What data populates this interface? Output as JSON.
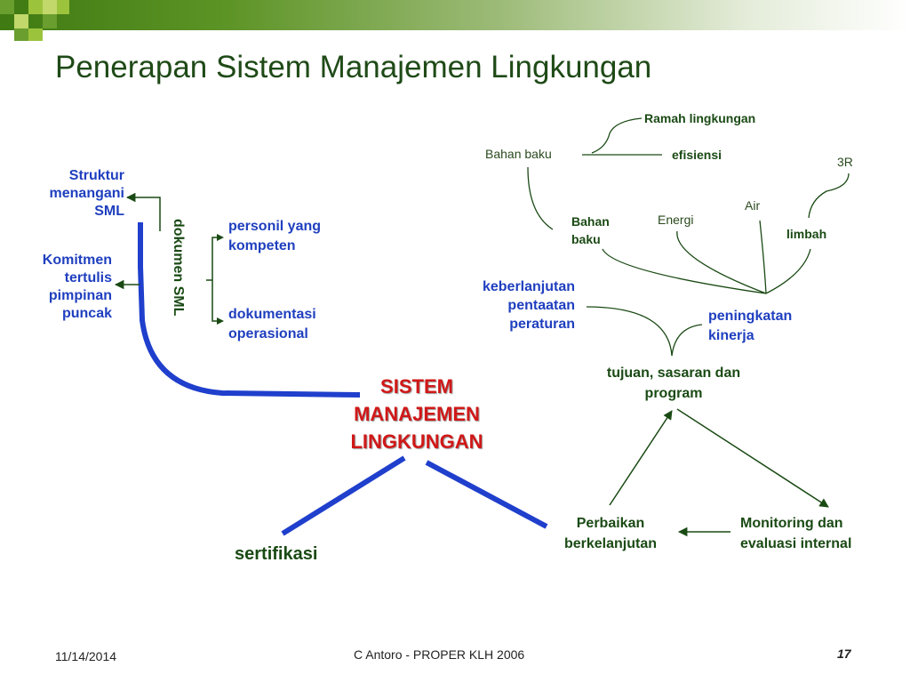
{
  "slide": {
    "title": "Penerapan Sistem Manajemen Lingkungan",
    "colors": {
      "header_green": "#3f7a12",
      "accent_blue": "#1f3fbf",
      "center_red": "#d01818",
      "line_green": "#1a4a14"
    }
  },
  "left": {
    "struktur": [
      "Struktur",
      "menangani",
      "SML"
    ],
    "komitmen": [
      "Komitmen",
      "tertulis",
      "pimpinan",
      "puncak"
    ],
    "dokumen_vertical": "dokumen SML",
    "personil": [
      "personil yang",
      "kompeten"
    ],
    "dokumentasi": [
      "dokumentasi",
      "operasional"
    ]
  },
  "center": {
    "main": [
      "SISTEM",
      "MANAJEMEN",
      "LINGKUNGAN"
    ],
    "sertifikasi": "sertifikasi"
  },
  "right": {
    "ramah": "Ramah lingkungan",
    "bahan_baku_top": "Bahan baku",
    "efisiensi": "efisiensi",
    "r3": "3R",
    "air": "Air",
    "energi": "Energi",
    "bahan_baku": [
      "Bahan",
      "baku"
    ],
    "limbah": "limbah",
    "keberlanjutan": [
      "keberlanjutan",
      "pentaatan",
      "peraturan"
    ],
    "peningkatan": [
      "peningkatan",
      "kinerja"
    ],
    "tujuan": [
      "tujuan, sasaran dan",
      "program"
    ],
    "perbaikan": [
      "Perbaikan",
      "berkelanjutan"
    ],
    "monitoring": [
      "Monitoring dan",
      "evaluasi internal"
    ]
  },
  "footer": {
    "date": "11/14/2014",
    "credit": "C Antoro - PROPER KLH 2006",
    "page": "17"
  }
}
